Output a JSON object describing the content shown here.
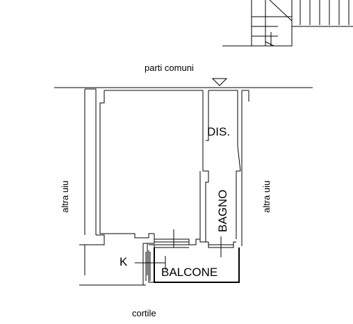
{
  "labels": {
    "top": "parti comuni",
    "left": "altra uiu",
    "right": "altra uiu",
    "bottom": "cortile"
  },
  "rooms": {
    "dis": "DIS.",
    "bagno": "BAGNO",
    "k": "K",
    "balcone": "BALCONE"
  }
}
